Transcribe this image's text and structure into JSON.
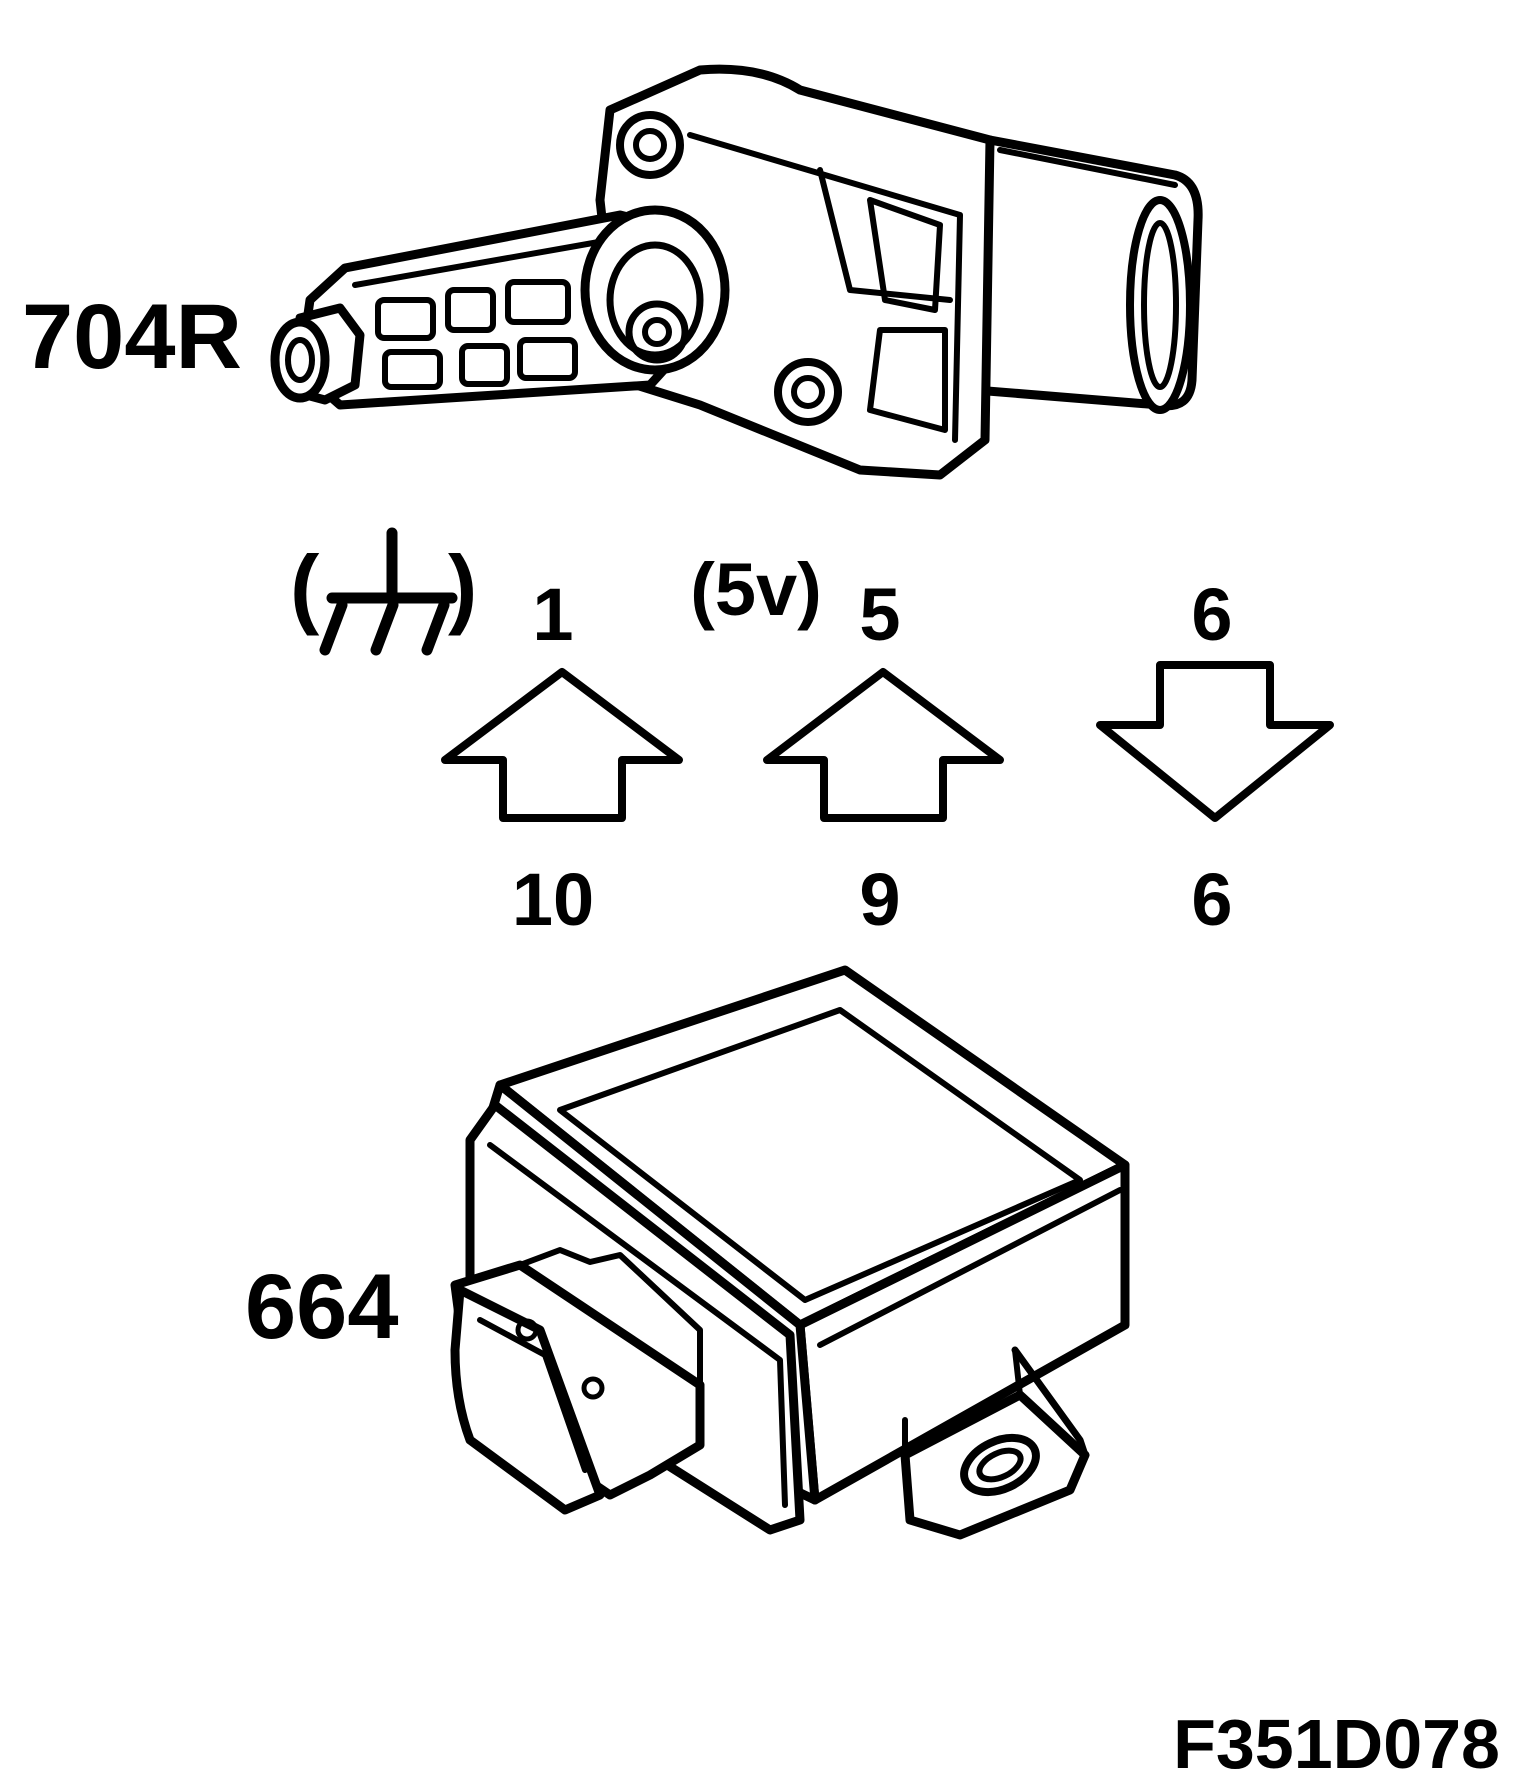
{
  "components": {
    "sensor": {
      "label": "704R",
      "icon": "level-sensor-icon"
    },
    "module": {
      "label": "664",
      "icon": "control-module-icon"
    }
  },
  "signals": [
    {
      "sensor_pin": "1",
      "module_pin": "10",
      "annotation": "( ⏚ )",
      "annotation_icon": "ground-icon",
      "direction": "up"
    },
    {
      "sensor_pin": "5",
      "module_pin": "9",
      "annotation": "(5v)",
      "direction": "up"
    },
    {
      "sensor_pin": "6",
      "module_pin": "6",
      "annotation": "",
      "direction": "down"
    }
  ],
  "figure_code": "F351D078",
  "colors": {
    "ink": "#000000",
    "background": "#ffffff"
  }
}
